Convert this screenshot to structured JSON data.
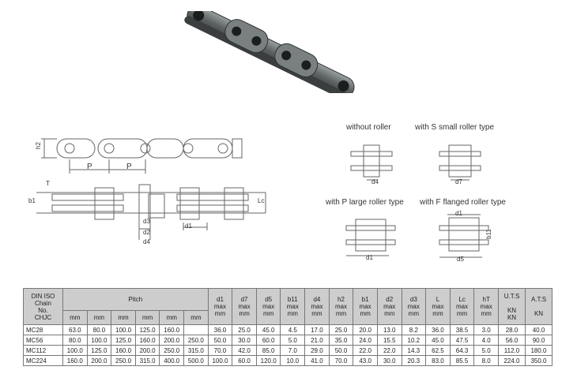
{
  "labels": {
    "without_roller": "without roller",
    "s_small": "with S small roller type",
    "p_large": "with P large roller type",
    "f_flanged": "with F flanged roller type"
  },
  "dims": {
    "h2": "h2",
    "p1": "P",
    "p2": "P",
    "t": "T",
    "b1": "b1",
    "lc": "Lc",
    "d1": "d1",
    "d2": "d2",
    "d3": "d3",
    "d4": "d4",
    "d7": "d7",
    "d5": "d5",
    "b11": "b11",
    "d4r": "d4",
    "d1p": "d1",
    "d1f": "d1",
    "d1main": "d1"
  },
  "table": {
    "col0_header": [
      "DIN ISO",
      "Chain",
      "No.",
      "CHJC"
    ],
    "pitch_header": "Pitch",
    "pitch_units": [
      "mm",
      "mm",
      "mm",
      "mm",
      "mm",
      "mm"
    ],
    "cols": [
      {
        "name": "d1",
        "sub": [
          "max",
          "mm"
        ],
        "unit": ""
      },
      {
        "name": "d7",
        "sub": [
          "max",
          "mm"
        ],
        "unit": ""
      },
      {
        "name": "d5",
        "sub": [
          "max",
          "mm"
        ],
        "unit": ""
      },
      {
        "name": "b11",
        "sub": [
          "max",
          "mm"
        ],
        "unit": ""
      },
      {
        "name": "d4",
        "sub": [
          "max",
          "mm"
        ],
        "unit": ""
      },
      {
        "name": "h2",
        "sub": [
          "max",
          "mm"
        ],
        "unit": ""
      },
      {
        "name": "b1",
        "sub": [
          "max",
          "mm"
        ],
        "unit": ""
      },
      {
        "name": "d2",
        "sub": [
          "max",
          "mm"
        ],
        "unit": ""
      },
      {
        "name": "d3",
        "sub": [
          "max",
          "mm"
        ],
        "unit": ""
      },
      {
        "name": "L",
        "sub": [
          "max",
          "mm"
        ],
        "unit": ""
      },
      {
        "name": "Lc",
        "sub": [
          "max",
          "mm"
        ],
        "unit": ""
      },
      {
        "name": "hT",
        "sub": [
          "max",
          "mm"
        ],
        "unit": ""
      },
      {
        "name": "U.T.S",
        "sub": [
          "",
          "KN",
          "KN"
        ],
        "unit": ""
      },
      {
        "name": "A.T.S",
        "sub": [
          "",
          "KN"
        ],
        "unit": ""
      }
    ],
    "rows": [
      [
        "MC28",
        "63.0",
        "80.0",
        "100.0",
        "125.0",
        "160.0",
        "",
        "36.0",
        "25.0",
        "45.0",
        "4.5",
        "17.0",
        "25.0",
        "20.0",
        "13.0",
        "8.2",
        "36.0",
        "38.5",
        "3.0",
        "28.0",
        "40.0"
      ],
      [
        "MC56",
        "80.0",
        "100.0",
        "125.0",
        "160.0",
        "200.0",
        "250.0",
        "50.0",
        "30.0",
        "60.0",
        "5.0",
        "21.0",
        "35.0",
        "24.0",
        "15.5",
        "10.2",
        "45.0",
        "47.5",
        "4.0",
        "56.0",
        "90.0"
      ],
      [
        "MC112",
        "100.0",
        "125.0",
        "160.0",
        "200.0",
        "250.0",
        "315.0",
        "70.0",
        "42.0",
        "85.0",
        "7.0",
        "29.0",
        "50.0",
        "22.0",
        "22.0",
        "14.3",
        "62.5",
        "64.3",
        "5.0",
        "112.0",
        "180.0"
      ],
      [
        "MC224",
        "160.0",
        "200.0",
        "250.0",
        "315.0",
        "400.0",
        "500.0",
        "100.0",
        "60.0",
        "120.0",
        "10.0",
        "41.0",
        "70.0",
        "43.0",
        "30.0",
        "20.3",
        "83.0",
        "85.5",
        "8.0",
        "224.0",
        "350.0"
      ]
    ]
  }
}
